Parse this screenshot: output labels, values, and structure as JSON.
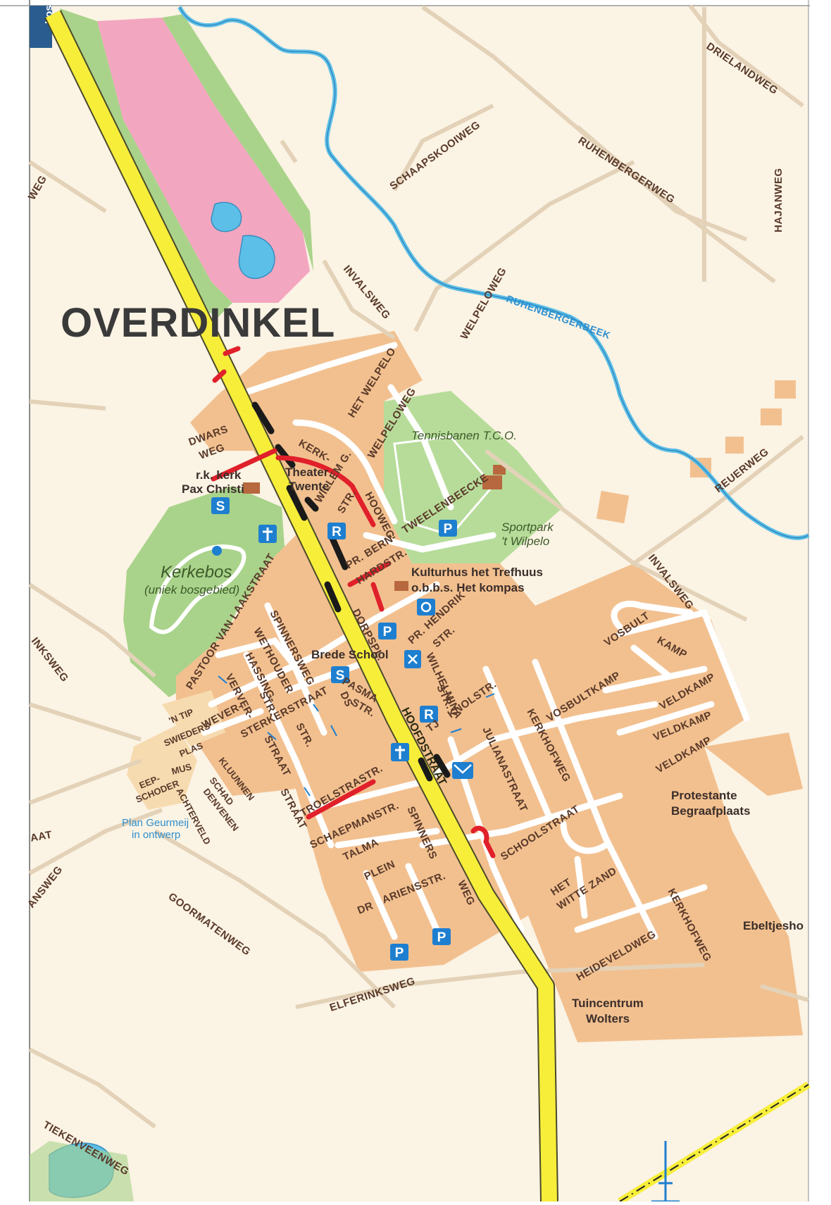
{
  "map": {
    "title": "OVERDINKEL",
    "corner_tab": "Los",
    "streets": {
      "drielandweg": "DRIELANDWEG",
      "schaapskooiweg": "SCHAAPSKOOIWEG",
      "ruhenbergerweg": "RUHENBERGERWEG",
      "hajanweg": "HAJANWEG",
      "invalsweg_n": "INVALSWEG",
      "welpeloweg_n": "WELPELOWEG",
      "het_welpelo": "HET WELPELO",
      "welpeloweg": "WELPELOWEG",
      "dwarsweg_1": "DWARS",
      "dwarsweg_2": "WEG",
      "kerkstr": "KERK-",
      "willem_str": "WILLEM G.",
      "str": "STR.",
      "hooweg": "HOOWEG",
      "tweelenbeecke": "TWEELENBEECKE",
      "pr_bern": "PR. BERN-",
      "hardstr": "HARDSTR.",
      "dorpspl": "DORPSPL.",
      "pr_hendrik": "PR. HENDRIK",
      "pr_hendrik_str": "STR.",
      "wilhelmina": "WILHELMINA",
      "wilhelmina_str": "STR.",
      "invalsweg_e": "INVALSWEG",
      "vosbult": "VOSBULT",
      "kamp": "KAMP",
      "vosbultkamp": "VOSBULTKAMP",
      "veldkamp_1": "VELDKAMP",
      "veldkamp_2": "VELDKAMP",
      "veldkamp_3": "VELDKAMP",
      "reuerweg": "REUERWEG",
      "kerkhofweg_n": "KERKHOFWEG",
      "kerkhofweg_s": "KERKHOFWEG",
      "julianastraat": "JULIANASTRAAT",
      "knolstr": "KNOLSTR.",
      "tj": "TJ",
      "hoofdstraat": "HOOFDSTRAAT",
      "ds_pasma_1": "DS",
      "ds_pasma_2": "PASMA",
      "ds_pasma_3": "STR.",
      "pastoor": "PASTOOR VAN LAAKSTRAAT",
      "spinnersweg": "SPINNERSWEG",
      "wethouder_1": "WETHOUDER",
      "wethouder_2": "HASSING-",
      "wethouder_3": "STR.",
      "verver": "VERVER-",
      "sterkerstraat": "STERKERSTRAAT",
      "wever": "WEVER-",
      "straat": "STRAAT",
      "n_tip": "'N TIP",
      "swieders_1": "SWIEDERS",
      "swieders_2": "PLAS",
      "mus": "MUS",
      "eep_1": "EEP-",
      "eep_2": "SCHODER",
      "achterveld": "ACHTERVELD",
      "kluunnen": "KLUUNNEN",
      "schad_1": "SCHAD",
      "schad_2": "DENVENEN",
      "straat_w": "STRAAT",
      "troelstrastr": "TROELSTRASTR.",
      "schaepmanstr": "SCHAEPMANSTR.",
      "talma": "TALMA",
      "plein": "PLEIN",
      "spinners": "SPINNERS",
      "weg": "WEG",
      "dr_ariensstr_1": "DR",
      "dr_ariensstr_2": "ARIENSSTR.",
      "schoolstraat": "SCHOOLSTRAAT",
      "het_witte_zand_1": "HET",
      "het_witte_zand_2": "WITTE ZAND",
      "heideveldweg": "HEIDEVELDWEG",
      "elferinksweg": "ELFERINKSWEG",
      "goormatenweg": "GOORMATENWEG",
      "tiekenveenweg": "TIEKENVEENWEG",
      "answeg": "ANSWEG",
      "inksweg": "INKSWEG",
      "weg_w": "WEG",
      "aat": "AAT"
    },
    "water": {
      "ruhenbergerbeek": "RUHENBERGERBEEK"
    },
    "pois": {
      "tennisbanen": "Tennisbanen T.C.O.",
      "rk_kerk_1": "r.k. kerk",
      "rk_kerk_2": "Pax Christi",
      "theater_1": "Theater",
      "theater_2": "Twente",
      "sportpark_1": "Sportpark",
      "sportpark_2": "'t Wilpelo",
      "kulturhus": "Kulturhus het Trefhuus",
      "obbs": "o.b.b.s. Het kompas",
      "kerkebos": "Kerkebos",
      "kerkebos_sub": "(uniek bosgebied)",
      "brede_school": "Brede School",
      "protestante_1": "Protestante",
      "protestante_2": "Begraafplaats",
      "ebeltjes": "Ebeltjesho",
      "tuincentrum_1": "Tuincentrum",
      "tuincentrum_2": "Wolters",
      "plan_1": "Plan Geurmeij",
      "plan_2": "in ontwerp"
    },
    "symbols": {
      "parking": "P",
      "school": "S",
      "recreation": "R"
    },
    "colors": {
      "built_up": "#f2c08f",
      "main_road": "#f7ee3a",
      "water": "#5bbfe8",
      "park": "#a9d38a",
      "cemetery": "#8ec773",
      "pink_area": "#f3a6c0",
      "marker_red": "#e0202a",
      "marker_black": "#1a1a1a",
      "symbol_blue": "#1e7fd0"
    }
  }
}
